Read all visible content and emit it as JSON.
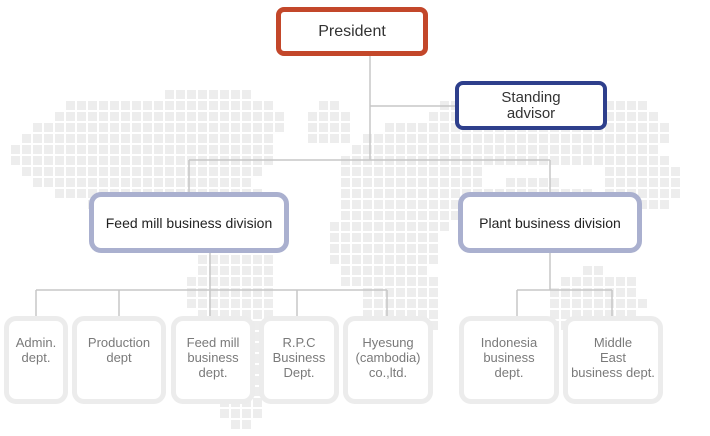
{
  "colors": {
    "president_border": "#c3472a",
    "advisor_border": "#2e3f8c",
    "division_border": "#aab0cf",
    "dept_border": "#ececec",
    "connector": "#c7c7c7",
    "map_dots": "#ededed"
  },
  "president": {
    "label": "President"
  },
  "advisor": {
    "label": "Standing\nadvisor"
  },
  "divisions": [
    {
      "label": "Feed mill business division"
    },
    {
      "label": "Plant business division"
    }
  ],
  "departments": [
    {
      "label": "Admin.\ndept."
    },
    {
      "label": "Production\ndept"
    },
    {
      "label": "Feed mill\nbusiness\ndept."
    },
    {
      "label": "R.P.C\nBusiness\nDept."
    },
    {
      "label": "Hyesung\n(cambodia)\nco.,ltd."
    },
    {
      "label": "Indonesia\nbusiness\ndept."
    },
    {
      "label": "Middle\nEast\nbusiness dept."
    }
  ]
}
